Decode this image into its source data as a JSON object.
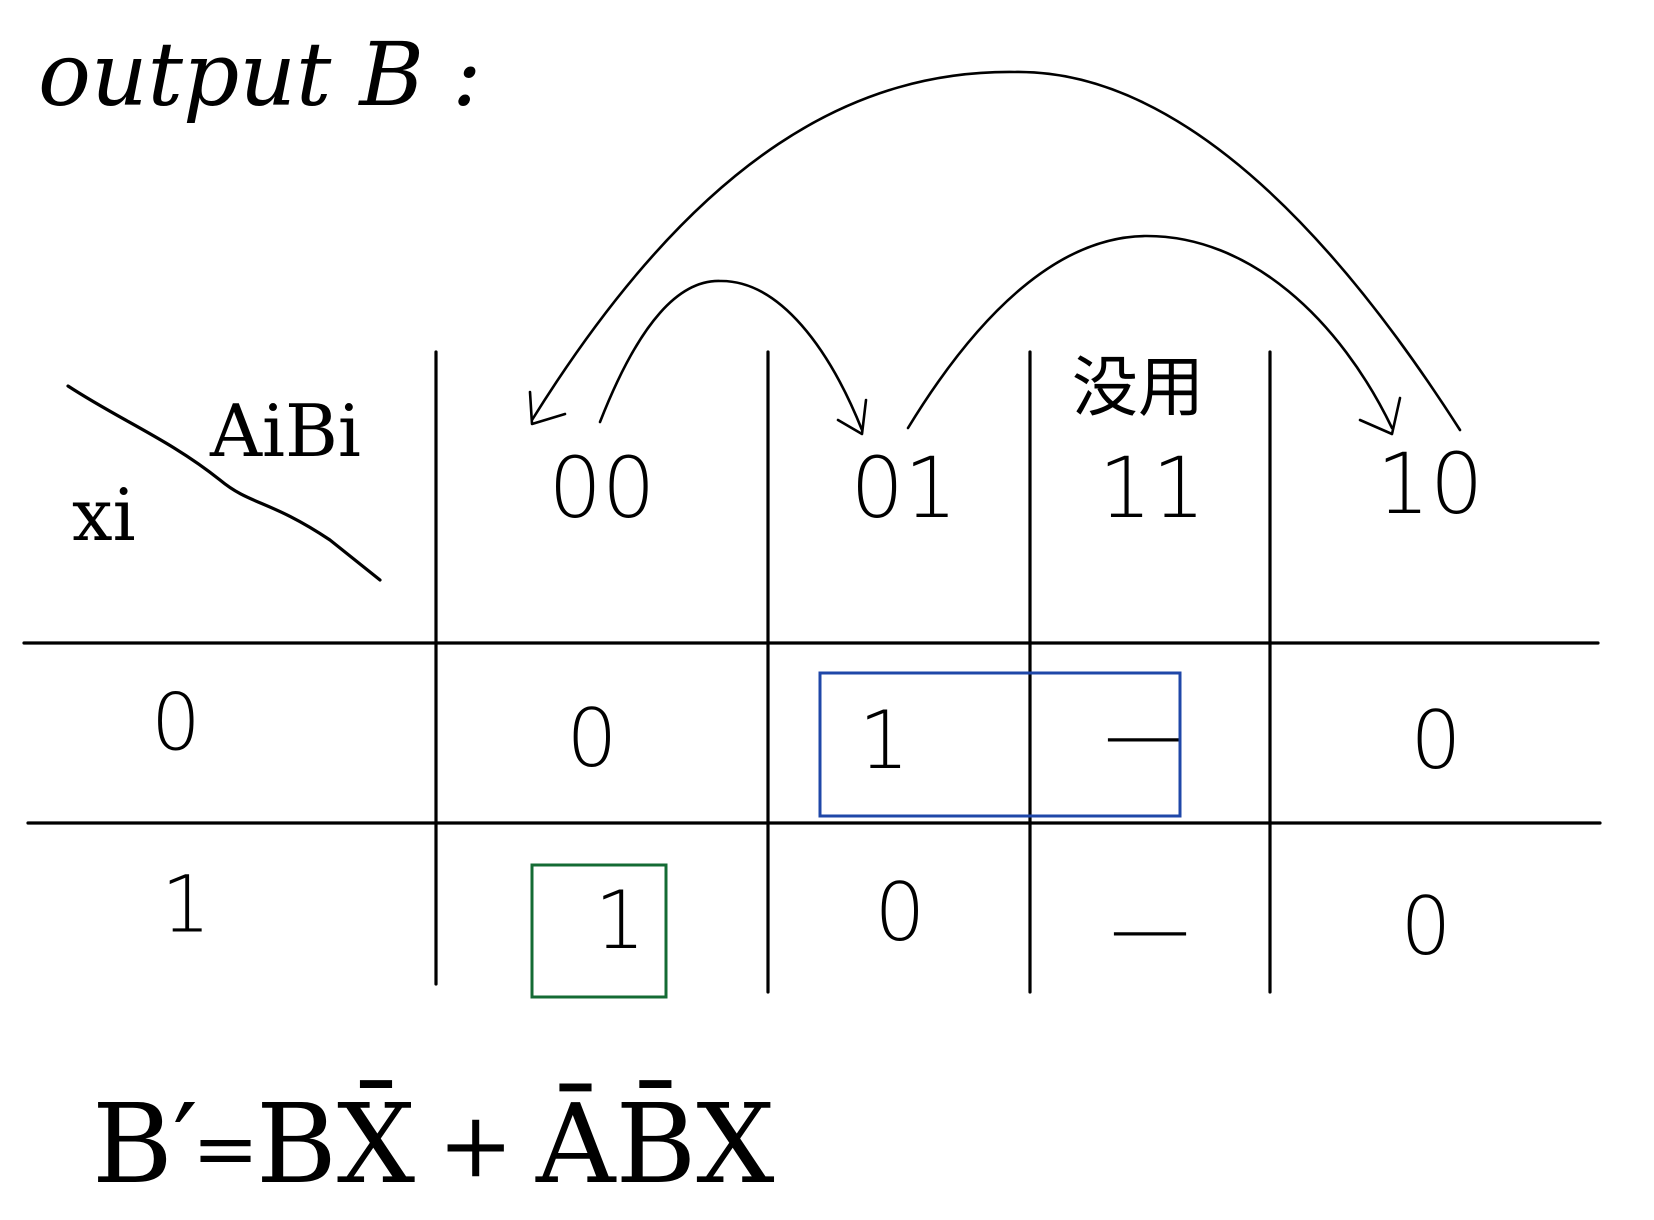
{
  "title": "output B :",
  "corner": {
    "column_label": "AiBi",
    "row_label": "xi"
  },
  "columns": [
    {
      "code": "00",
      "note": ""
    },
    {
      "code": "01",
      "note": ""
    },
    {
      "code": "11",
      "note": "没用"
    },
    {
      "code": "10",
      "note": ""
    }
  ],
  "rows": [
    {
      "label": "0",
      "cells": [
        "0",
        "1",
        "—",
        "0"
      ]
    },
    {
      "label": "1",
      "cells": [
        "1",
        "0",
        "—",
        "0"
      ]
    }
  ],
  "groups": [
    {
      "name": "blue-group",
      "color": "#1f47a8",
      "row": 0,
      "cols": [
        1,
        2
      ]
    },
    {
      "name": "green-group",
      "color": "#146b34",
      "row": 1,
      "cols": [
        0
      ]
    }
  ],
  "equation": {
    "lhs": "B′",
    "equals": "=",
    "term1": {
      "text": "BX̄",
      "color": "#1f47a8"
    },
    "plus": "+",
    "term2": {
      "text": "ĀB̄X",
      "color": "#146b34"
    }
  },
  "colors": {
    "ink": "#000000",
    "blue": "#1f47a8",
    "green": "#146b34"
  }
}
